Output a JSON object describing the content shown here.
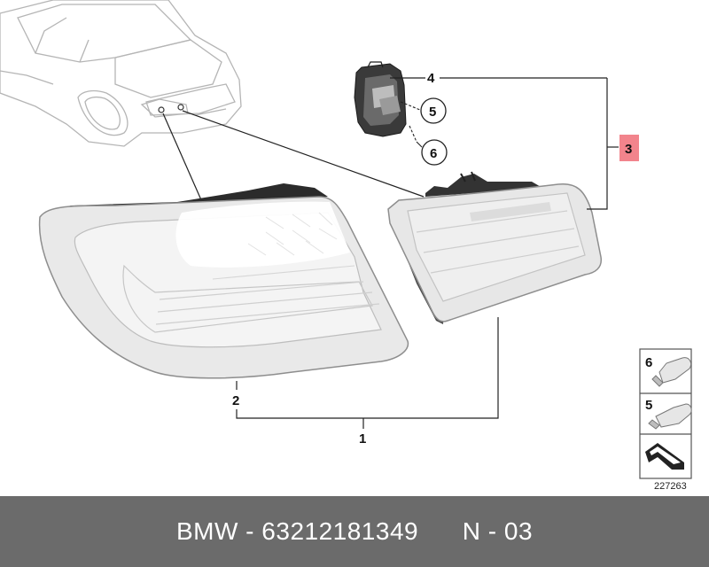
{
  "callouts": {
    "c1": "1",
    "c2": "2",
    "c3": "3",
    "c4": "4",
    "c5": "5",
    "c6": "6"
  },
  "legend": {
    "item_top": "6",
    "item_mid": "5",
    "ref_number": "227263"
  },
  "footer": {
    "brand": "BMW",
    "sep1": " - ",
    "part_number": "63212181349",
    "gap": "      ",
    "position": "N - 03"
  },
  "colors": {
    "highlight": "#f2848c",
    "footer_bg": "#6b6b6b"
  }
}
